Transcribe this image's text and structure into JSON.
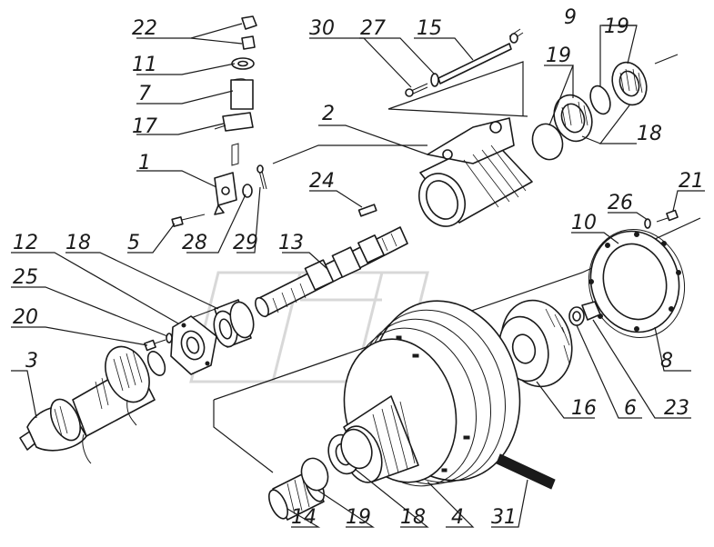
{
  "diagram": {
    "callouts": [
      {
        "id": "22",
        "text": "22"
      },
      {
        "id": "11",
        "text": "11"
      },
      {
        "id": "7",
        "text": "7"
      },
      {
        "id": "17",
        "text": "17"
      },
      {
        "id": "1",
        "text": "1"
      },
      {
        "id": "5",
        "text": "5"
      },
      {
        "id": "28",
        "text": "28"
      },
      {
        "id": "29",
        "text": "29"
      },
      {
        "id": "13",
        "text": "13"
      },
      {
        "id": "12",
        "text": "12"
      },
      {
        "id": "18a",
        "text": "18"
      },
      {
        "id": "25",
        "text": "25"
      },
      {
        "id": "20",
        "text": "20"
      },
      {
        "id": "3",
        "text": "3"
      },
      {
        "id": "30",
        "text": "30"
      },
      {
        "id": "27",
        "text": "27"
      },
      {
        "id": "15",
        "text": "15"
      },
      {
        "id": "9",
        "text": "9"
      },
      {
        "id": "19a",
        "text": "19"
      },
      {
        "id": "19b",
        "text": "19"
      },
      {
        "id": "18b",
        "text": "18"
      },
      {
        "id": "2",
        "text": "2"
      },
      {
        "id": "24",
        "text": "24"
      },
      {
        "id": "21",
        "text": "21"
      },
      {
        "id": "26",
        "text": "26"
      },
      {
        "id": "10",
        "text": "10"
      },
      {
        "id": "8",
        "text": "8"
      },
      {
        "id": "23",
        "text": "23"
      },
      {
        "id": "6",
        "text": "6"
      },
      {
        "id": "16",
        "text": "16"
      },
      {
        "id": "14",
        "text": "14"
      },
      {
        "id": "19c",
        "text": "19"
      },
      {
        "id": "18c",
        "text": "18"
      },
      {
        "id": "4",
        "text": "4"
      },
      {
        "id": "31",
        "text": "31"
      }
    ]
  }
}
